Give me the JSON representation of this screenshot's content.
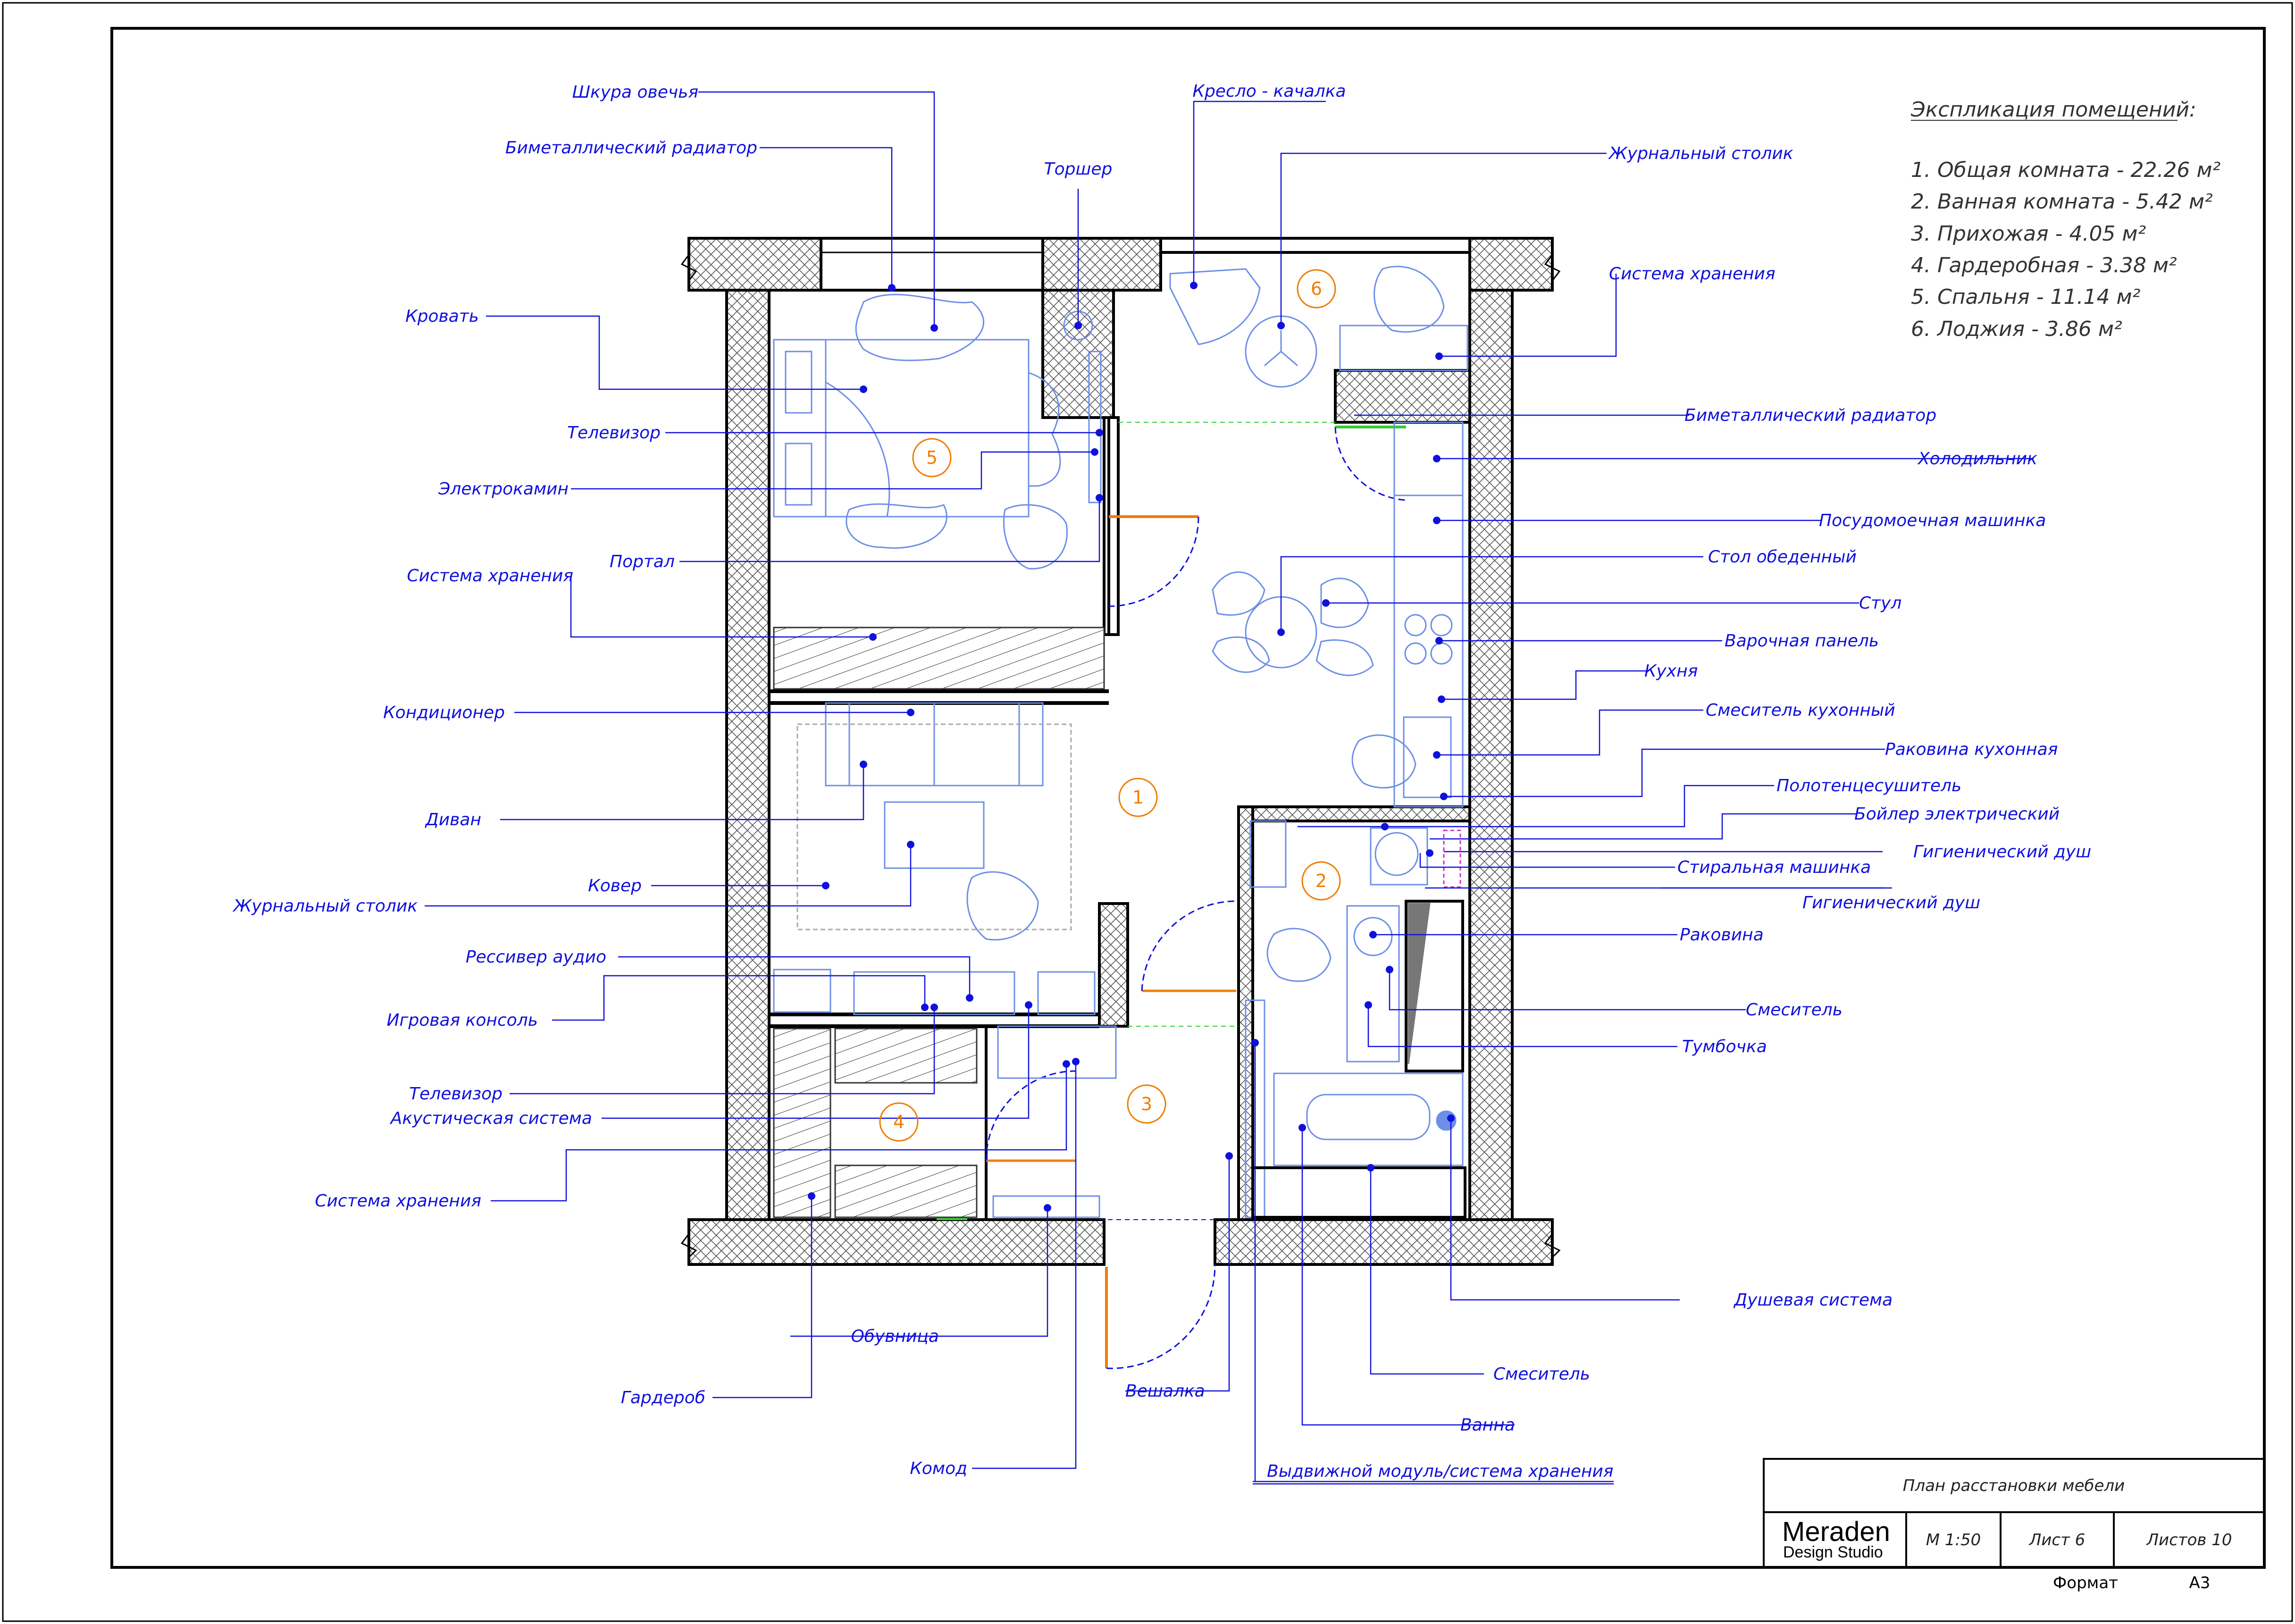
{
  "legend": {
    "title": "Экспликация помещений:",
    "rooms": [
      "1. Общая комната - 22.26 м²",
      "2. Ванная комната - 5.42 м²",
      "3. Прихожая - 4.05 м²",
      "4. Гардеробная - 3.38 м²",
      "5. Спальня - 11.14 м²",
      "6. Лоджия - 3.86 м²"
    ]
  },
  "room_numbers": [
    "1",
    "2",
    "3",
    "4",
    "5",
    "6"
  ],
  "labels": {
    "sheepskin": "Шкура овечья",
    "radiator_bedroom": "Биметаллический радиатор",
    "floor_lamp": "Торшер",
    "rocking_chair": "Кресло - качалка",
    "coffee_table_loggia": "Журнальный столик",
    "bed": "Кровать",
    "tv_bedroom": "Телевизор",
    "fireplace": "Электрокамин",
    "portal": "Портал",
    "storage_bedroom": "Система хранения",
    "air_conditioner": "Кондиционер",
    "sofa": "Диван",
    "carpet": "Ковер",
    "coffee_table_living": "Журнальный столик",
    "audio_receiver": "Рессивер аудио",
    "game_console": "Игровая консоль",
    "tv_living": "Телевизор",
    "speakers": "Акустическая система",
    "storage_wardrobe": "Система хранения",
    "wardrobe": "Гардероб",
    "shoe_cabinet": "Обувница",
    "dresser": "Комод",
    "hanger": "Вешалка",
    "drawer_module": "Выдвижной модуль/система хранения",
    "bathtub": "Ванна",
    "mixer_bath": "Смеситель",
    "shower_system": "Душевая система",
    "storage_loggia": "Система хранения",
    "radiator_kitchen": "Биметаллический радиатор",
    "fridge": "Холодильник",
    "dishwasher": "Посудомоечная машинка",
    "dining_table": "Стол обеденный",
    "chair": "Стул",
    "hob": "Варочная панель",
    "kitchen": "Кухня",
    "kitchen_mixer": "Смеситель кухонный",
    "kitchen_sink": "Раковина кухонная",
    "towel_dryer": "Полотенцесушитель",
    "boiler": "Бойлер электрический",
    "hygienic_shower_1": "Гигиенический душ",
    "washing_machine": "Стиральная машинка",
    "hygienic_shower_2": "Гигиенический душ",
    "sink": "Раковина",
    "mixer_sink": "Смеситель",
    "nightstand": "Тумбочка"
  },
  "title_block": {
    "plan_title": "План расстановки мебели",
    "brand": "Meraden",
    "brand_sub": "Design Studio",
    "scale": "М 1:50",
    "sheet": "Лист 6",
    "sheets_total": "Листов 10",
    "format_label": "Формат",
    "format_value": "А3"
  },
  "colors": {
    "callout": "#1010dd",
    "furniture": "#6d8fe6",
    "room_number": "#f07d00",
    "wall": "#000000",
    "door_swing": "#f07d00",
    "threshold": "#33cc33"
  }
}
